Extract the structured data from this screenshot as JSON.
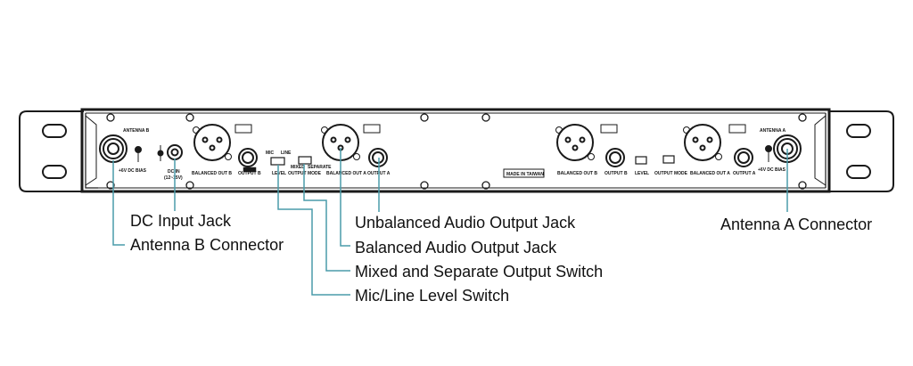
{
  "colors": {
    "callout_line": "#4a9caa",
    "outline": "#1a1a1a"
  },
  "panel": {
    "antenna_b": "ANTENNA B",
    "antenna_a": "ANTENNA A",
    "dc_bias_b": "+6V DC BIAS",
    "dc_bias_a": "+6V DC BIAS",
    "dc_in": "DC IN",
    "dc_in_range": "(12~15V)",
    "balanced_out_b": "BALANCED OUT B",
    "output_b": "OUTPUT B",
    "level": "LEVEL",
    "mic": "MIC",
    "line": "LINE",
    "output_mode": "OUTPUT MODE",
    "mixed": "MIXED",
    "separate": "SEPARATE",
    "balanced_out_a": "BALANCED OUT A",
    "output_a": "OUTPUT A",
    "made_in": "MADE IN TAIWAN"
  },
  "callouts": {
    "dc_input": "DC Input Jack",
    "antenna_b": "Antenna B Connector",
    "unbalanced": "Unbalanced Audio Output Jack",
    "balanced": "Balanced Audio Output Jack",
    "mode_switch": "Mixed and Separate Output Switch",
    "level_switch": "Mic/Line Level Switch",
    "antenna_a": "Antenna A Connector"
  }
}
